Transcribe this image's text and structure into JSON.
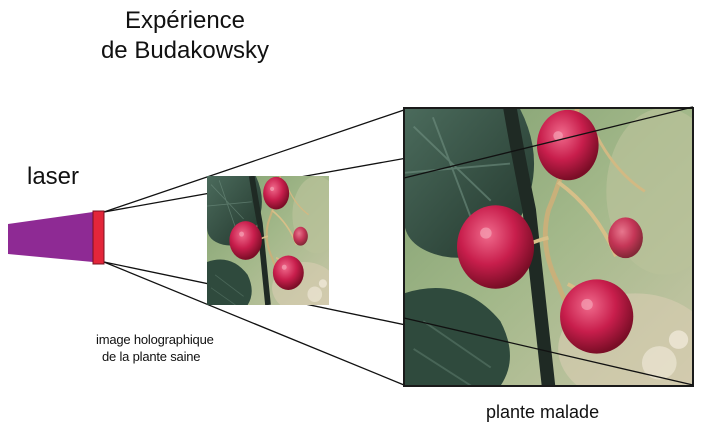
{
  "title": {
    "line1": "Expérience",
    "line2": "de Budakowsky"
  },
  "labels": {
    "laser": "laser",
    "hologram_line1": "image holographique",
    "hologram_line2": "de la plante saine",
    "diseased_plant": "plante malade"
  },
  "colors": {
    "laser_body": "#8e2a94",
    "laser_aperture": "#e3263a",
    "beam_lines": "#111111",
    "photo_frame": "#1a1a1a"
  }
}
